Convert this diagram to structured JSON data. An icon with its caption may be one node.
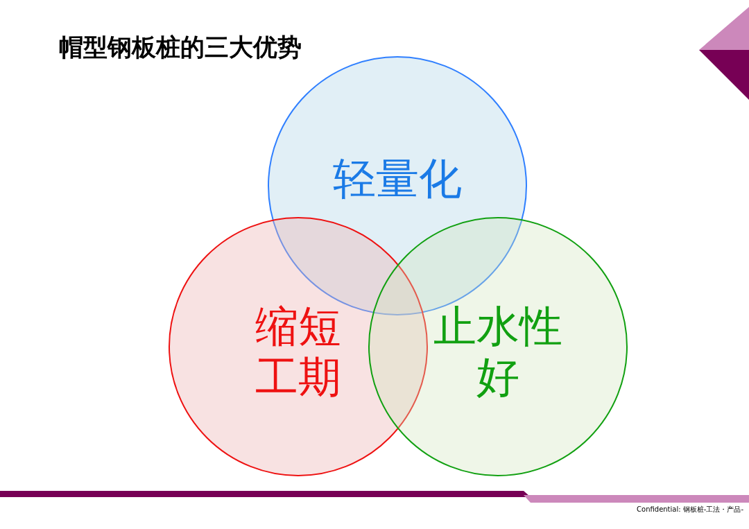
{
  "diagram": {
    "title": "帽型钢板桩的三大优势",
    "nodes": [
      {
        "text": [
          "轻量化"
        ]
      },
      {
        "text": [
          "缩短工期"
        ]
      },
      {
        "text": [
          "止水性好"
        ]
      }
    ],
    "labels": [
      "Confidential: 钢板桩-工法・产品-"
    ]
  }
}
